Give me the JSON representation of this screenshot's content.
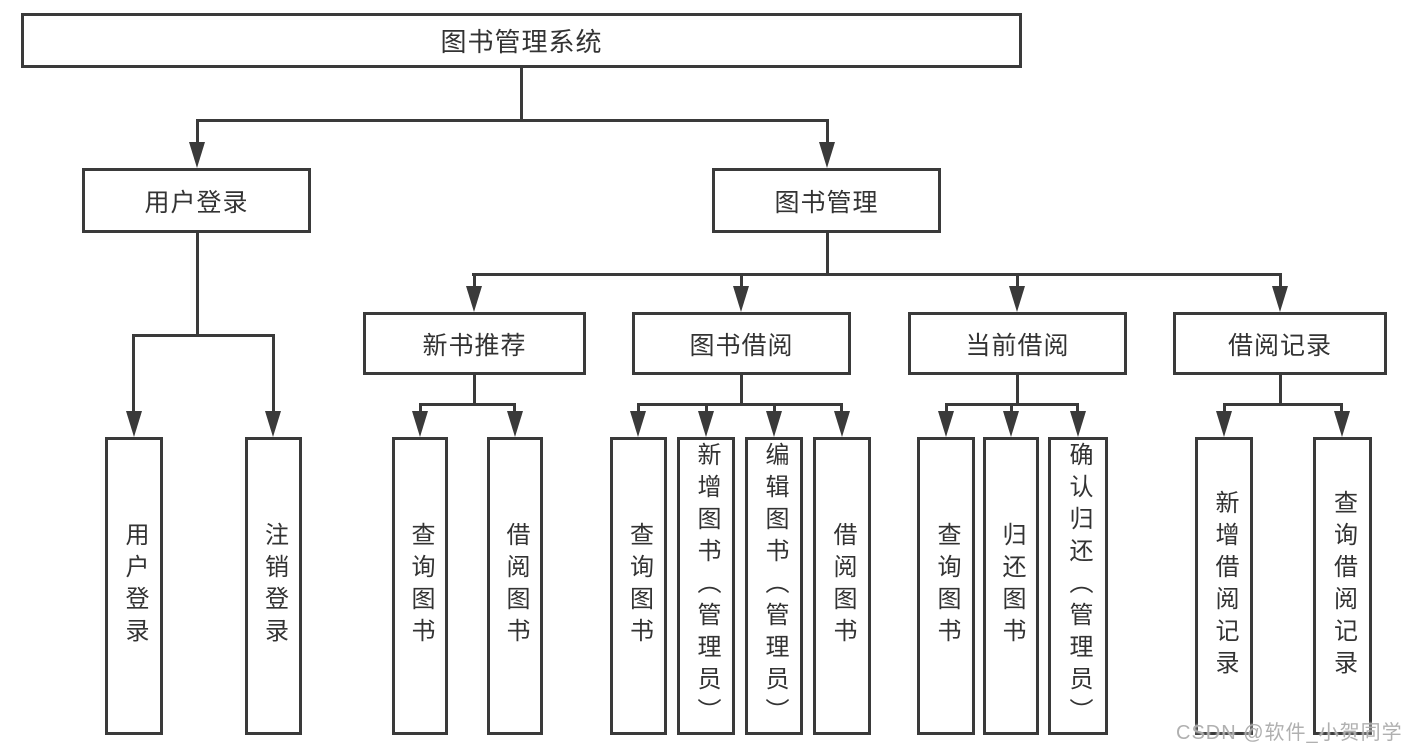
{
  "colors": {
    "line": "#3a3a3a",
    "text": "#333333",
    "watermark": "#acacac"
  },
  "tree": {
    "root": {
      "label": "图书管理系统"
    },
    "user_login": {
      "label": "用户登录",
      "children": [
        "用户登录",
        "注销登录"
      ]
    },
    "book_management": {
      "label": "图书管理",
      "sections": [
        {
          "label": "新书推荐",
          "children": [
            "查询图书",
            "借阅图书"
          ]
        },
        {
          "label": "图书借阅",
          "children": [
            "查询图书",
            "新增图书（管理员）",
            "编辑图书（管理员）",
            "借阅图书"
          ]
        },
        {
          "label": "当前借阅",
          "children": [
            "查询图书",
            "归还图书",
            "确认归还（管理员）"
          ]
        },
        {
          "label": "借阅记录",
          "children": [
            "新增借阅记录",
            "查询借阅记录"
          ]
        }
      ]
    }
  },
  "watermark": "CSDN @软件_小贺同学"
}
